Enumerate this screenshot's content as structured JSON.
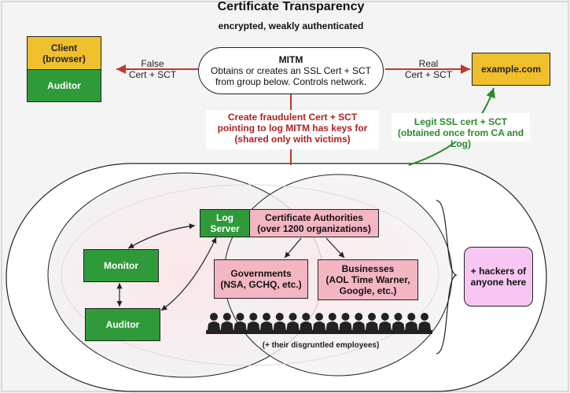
{
  "title": "Certificate Transparency",
  "subtitle": "encrypted, weakly authenticated",
  "client": {
    "top": "Client\n(browser)",
    "bottom": "Auditor"
  },
  "false_cert": "False\nCert + SCT",
  "mitm": {
    "title": "MITM",
    "desc": "Obtains or creates an SSL Cert + SCT\nfrom group below. Controls network."
  },
  "real_cert": "Real\nCert + SCT",
  "example": "example.com",
  "fraud_note": "Create fraudulent Cert + SCT\npointing to log MITM has keys for\n(shared only with victims)",
  "legit_note": "Legit SSL cert + SCT\n(obtained once from CA and Log)",
  "log_server": "Log\nServer",
  "cas": "Certificate Authorities\n(over 1200 organizations)",
  "monitor": "Monitor",
  "auditor_lower": "Auditor",
  "governments": "Governments\n(NSA, GCHQ, etc.)",
  "businesses": "Businesses\n(AOL Time Warner,\nGoogle, etc.)",
  "employees": "(+ their disgruntled employees)",
  "hackers": "+ hackers of\nanyone here",
  "colors": {
    "green": "#2f9a3a",
    "yellow": "#f0c02c",
    "pink": "#f4b6c2",
    "red": "#b02020",
    "dark_green": "#2a8a2a",
    "hackers_pink": "#f7c6f2"
  }
}
